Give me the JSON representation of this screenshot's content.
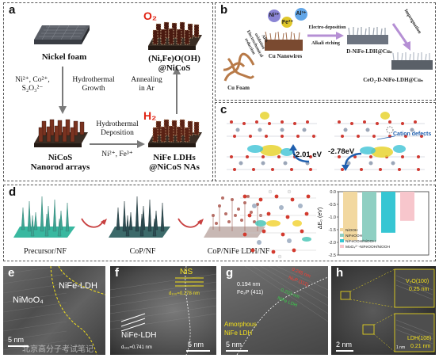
{
  "panel_a": {
    "label": "a",
    "nickel_foam": "Nickel foam",
    "hydrothermal_growth": "Hydrothermal\nGrowth",
    "reagents_left": "Ni²⁺, Co²⁺,\nS₂O₃²⁻",
    "nicos_label": "NiCoS\nNanorod arrays",
    "hydrothermal_deposition": "Hydrothermal\nDeposition",
    "reagents_bottom": "Ni²⁺, Fe³⁺",
    "nife_ldh_label": "NiFe LDHs\n@NiCoS NAs",
    "annealing": "Annealing\nin Ar",
    "nife_oooh_label": "(Ni,Fe)O(OH)\n@NiCoS",
    "gas_top": "O₂",
    "gas_bottom": "H₂"
  },
  "panel_b": {
    "label": "b",
    "ions": {
      "ni": "Ni²⁺",
      "fe": "Fe³⁺",
      "al": "Al³⁺"
    },
    "aps_text": "APS\noxidation\nElectrochemical\nreduction",
    "electro_deposition": "Electro-deposition",
    "alkali_etching": "Alkali etching",
    "impregnation": "Impregnation",
    "cu_foam": "Cu Foam",
    "cu_nanowires": "Cu Nanowires",
    "d_nife": "D-NiFe-LDH@Cuₙ",
    "ceo2": "CeO₂-D-NiFe-LDH@Cuₙ"
  },
  "panel_c": {
    "label": "c",
    "energy_left": "-2.01 eV",
    "energy_right": "-2.78eV",
    "cation_defects": "Cation defects"
  },
  "panel_d": {
    "label": "d",
    "precursor": "Precursor/NF",
    "cop": "CoP/NF",
    "cop_ldh": "CoP/NiFe LDH/NF"
  },
  "panel_e": {
    "label": "e",
    "nimoo4": "NiMoO₄",
    "nife_ldh": "NiFe-LDH",
    "scale": "5 nm"
  },
  "panel_f": {
    "label": "f",
    "nis": "NiS",
    "nis_d": "d₁₀₀=0.278 nm",
    "ldh": "NiFe-LDH",
    "ldh_d": "d₀₀₁=0.741 nm",
    "scale": "5 nm"
  },
  "panel_g": {
    "label": "g",
    "fe2p_d": "0.194 nm",
    "fe2p": "Fe₂P (411)",
    "amorphous": "Amorphous\nNiFe LDH",
    "red_note": "0.245 nm\nNi₂P (111)",
    "green_note": "0.203 nm\nNiFe LDH",
    "scale": "5 nm"
  },
  "panel_h": {
    "label": "h",
    "v2o_label": "V₂O(100)",
    "v2o_d": "0.25 nm",
    "ldh_label": "LDH(108)",
    "ldh_d": "0.21 nm",
    "inset_scale": "1 nm",
    "scale": "2 nm"
  },
  "chart_data": {
    "type": "bar",
    "ylabel": "ΔE₀ (eV)",
    "ylim": [
      -2.5,
      0
    ],
    "yticks": [
      "0.0",
      "-0.5",
      "-1.0",
      "-1.5",
      "-2.0",
      "-2.5"
    ],
    "series": [
      {
        "name": "NiOOH",
        "value": -1.92,
        "color": "#f2d8a0"
      },
      {
        "name": "NiFeOOH",
        "value": -1.96,
        "color": "#8fcfc2"
      },
      {
        "name": "NiFeOOH/NiOOH",
        "value": -1.62,
        "color": "#36c6d3"
      },
      {
        "name": "MoO₄²⁻-NiFeOOH/NiOOH",
        "value": -1.15,
        "color": "#f7c6cc"
      }
    ]
  },
  "watermark": "北京高分子考试笔记",
  "colors": {
    "panel_border": "#555555",
    "arrow_gray": "#7a7a7a",
    "arrow_purple": "#b58fd4",
    "gas_red": "#e02010",
    "tem_yellow": "#f5e21a"
  }
}
